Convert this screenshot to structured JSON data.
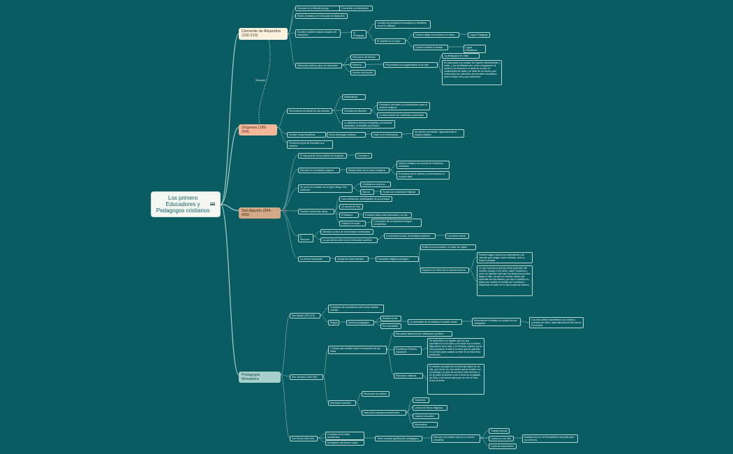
{
  "root": {
    "title": "Los primero Educadores y Pedagogos cristianos"
  },
  "main": [
    {
      "label": "Clemente de Alejandría (150-210)"
    },
    {
      "label": "Orígenes (185-254)"
    },
    {
      "label": "San Agustín (354-430)"
    },
    {
      "label": "Pedagogía Monástica"
    }
  ],
  "relation": {
    "label": "Discípulo"
  },
  "nodes": {
    "a1": "Educado en la filosofía griega",
    "a1a": "Convertido al cristianismo",
    "a2": "Rector (maestro) de la Escuela de Alejandría",
    "a3": "Escribió el primer tratado cristiano de educación",
    "a3a": "El Pedagogo",
    "a3a1": "Concilia los principios humanísticos y identifica con a fe cristiana",
    "a3a2": "El maestro es el logos",
    "a3a2a": "Cuando dirige los hombres a lo virtuo",
    "a3a2a1": "Logos Pedagogo",
    "a3a2b": "Cuando enseña la verdad",
    "a3a2b1": "Logos Didaskalos",
    "a4": "Diferencia diversos tipos de educación",
    "a4a": "Educación del filósofo",
    "a4b": "Retórica",
    "a4c": "Nombre del mundo",
    "a4d": "Proponiendo una organización en la vida",
    "a4d1": "La pedagogía de Cristo",
    "a4d2": "Es adecuada a un camino de espíritu estrictamente y doble, y por la felicidad son como consagrados al camino y al descanso, el alma de la vida, en conformidad de saber y el ideal de un mismo, que serán todos los miembros de escuelas educativos, para el mejor uno y que mantienen",
    "b1": "Recomienda el estudio de las ciencias",
    "b1a": "Matemáticas",
    "b1b": "Considera la filosofía",
    "b1b1": "Formación del saber y el propedéutico para la doctrina religiosa",
    "b1b2": "La virtud puede ser enseñada y aprendida",
    "b1c": "La dialéctica extrema evangélica y la tradición apostólica, accesibles para todos",
    "b2": "Escribió obras filosóficas",
    "b2a": "Sume ideologías místicas",
    "b2a1": "Cayó en la heterodoxia",
    "b2a1a": "Así siendo constituido, rigurosamente el dogma cristiano",
    "b3": "Fundó tres tipos de Escuelas una escuela",
    "c1": "El más grande de los padres de la Iglesia",
    "c1a": "Concepto 1",
    "c2": "Educado en la tradición pagana",
    "c2a": "Adopta ideas de la sexta maniquea",
    "c2a1": "Incluye cristiana con mezcla de elementos orientales",
    "c2a2": "Enseñanza de la retórica y la elocuencia en su país natal",
    "c3": "Se pone en contacto con el gran obispo San Ambrosio",
    "c3a": "Cristianismo ortodoxo",
    "c3b": "Hipona",
    "c3b1": "Funda una comunidad religiosa",
    "c4": "Escribió numerosas obras",
    "c4a": "Las confesiones, autobiografía de su juventud",
    "c4b": "La ciudad de Dios",
    "c4c": "El Maestro",
    "c4c1": "Examina ideas sobre educación y su fijo",
    "c4d": "Tratado Del orden",
    "c4d1": "Concepción de la educación integral humanística",
    "c5": "3 Razones",
    "c5a": "Atención al valor de la formación humanística",
    "c5b": "La que afirma sobre todo la formación ascética",
    "c5b1": "La formación moral, la intimidad espiritual",
    "c5b1a": "Ley divina eterna",
    "c6": "La cultura humanista",
    "c6a": "Acepta las artes liberales",
    "c6a1": "Formación religiosa teológica",
    "c6a1a": "Evitar la pura erudición, el saber sin objeto",
    "c6a1b": "Aspirar en el retiro de los valores eternos",
    "c6a1b1": "Pueden hagan incluso sus aprendices y las ciencias que tengan como contesto, amor y buena voluntad",
    "c6a1b2": "Lo que importa es que los seres aprenden del nombre, porque si es cierto, sabio, benévolo y amor, su ejemplo hará que los discípulos puedan llegar al bien, ya que en el fondo desea que aprendan de sus valores, por eso el maestro es aquel que enseña la verdad con humildad y trasciende el saber en la vida propia del alumno",
    "d1": "San Basilio (330-379)",
    "d1a": "Fundación de monasterios del mundo católico oriental",
    "d1b": "Reglas",
    "d1b1": "Sentido pedagógico",
    "d1b1a": "Sentido social",
    "d1b1b": "De comunidad",
    "d1b1c": "La necesidad de la caridad y el auxilio mutuo",
    "d1b1c1": "Recomienda el trabajo y la lectura de los evangelios",
    "d1b1c1a": "Los niños deben aprenderse con relatos y nombres de niños, especialmente el libro de los Proverbios",
    "d2": "San Jerónimo (340-420)",
    "d2a": "2 Cartas que escribió sobre la educación de las niñas",
    "d2a1": "Educación femenina del cristianismo primitivo",
    "d2a2": "Escribieron Primera educación",
    "d2a2a": "Se aprenderá con aquello que los que aprendieron en la niñez y se recibe con la buena disposición de la niña, y el Perfecto cuidado por la mira puesta en el bien y lo recto que se aprende en la niñez para cuando se esté en la edad de la perfección",
    "d2a3": "Educación materna",
    "d2a3a": "El maestro principal de nuestra hija habrá de ser ella, que ha de ser una madre que la enseñe con su ejemplo y la guíe de la mano a las lecturas, y de su parte la enseñe a ser el fruto de la palabra de Dios, y se esmere para que se críe en todo temor al señor",
    "d2b": "Educación Ascética",
    "d2b1": "Reconocer los sabios",
    "d2b2": "Instrucción basada esencialmente",
    "d2b2a": "Oraciones",
    "d2b2b": "Lectura de libros religiosos",
    "d2b2c": "Labores manuales",
    "d2b2d": "Domesticas",
    "d3": "San Benito (480-543)",
    "d3a": "Fundador de la orden benedictina",
    "d3b": "Monasterio del Monte Casino",
    "d3c": "Tiene especial significación pedagógica",
    "d3c1": "Más que los escritos que por su acción educativa",
    "d3c1a": "Trabajo manual",
    "d3c1b": "Lectura en voz alta",
    "d3c1c": "Copia de manuscritos",
    "d3c1d": "Establecerse en los Monasterios escuelas para los externos"
  },
  "colors": {
    "background": "#0a5c63",
    "line": "#a9cfcb",
    "root_bg": "#f4f7f2",
    "main_1": "#fbf2dd",
    "main_2": "#f3b79a",
    "main_3": "#d4a988",
    "main_4": "#a8d1cb"
  },
  "icons": [
    "list-icon"
  ]
}
